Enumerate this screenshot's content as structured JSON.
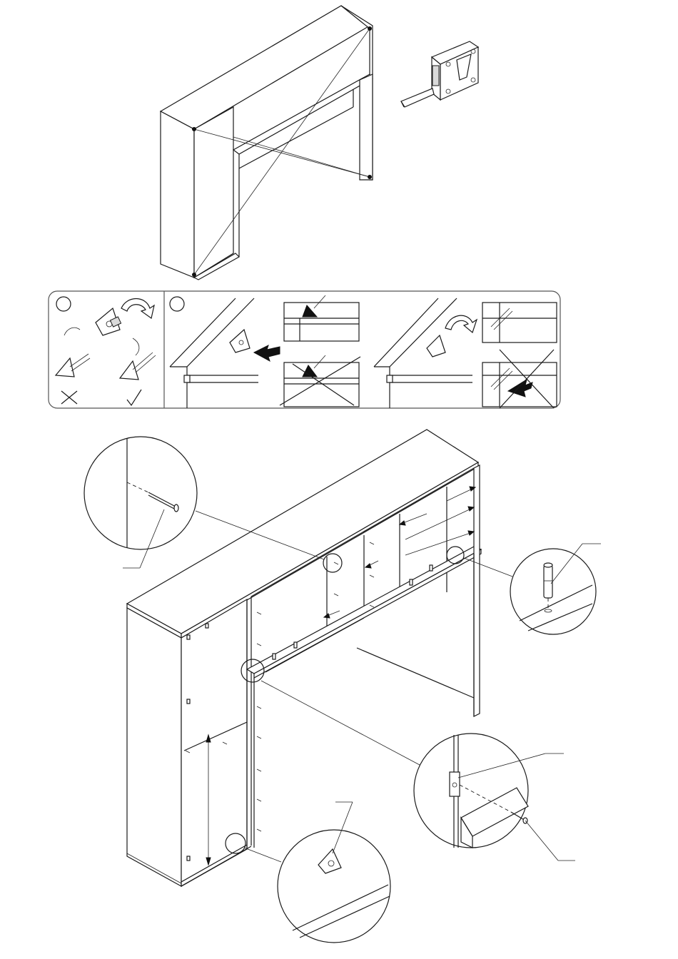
{
  "document": {
    "type": "assembly-instruction-page",
    "step_panels": [
      {
        "id": "panel-1",
        "label": ""
      },
      {
        "id": "panel-2",
        "label": ""
      }
    ],
    "icons": [
      "cabinet-diagonal-measure-illustration",
      "tape-measure-icon",
      "cam-fitting-screw-icon",
      "rotate-arrow-icon",
      "correct-check-icon",
      "incorrect-cross-icon",
      "dowel-detail-icon",
      "nail-detail-icon",
      "angle-bracket-detail-icon",
      "back-panel-bracket-detail-icon"
    ],
    "colors": {
      "line": "#1a1a1a",
      "background": "#ffffff",
      "panel_border": "#555555"
    }
  }
}
